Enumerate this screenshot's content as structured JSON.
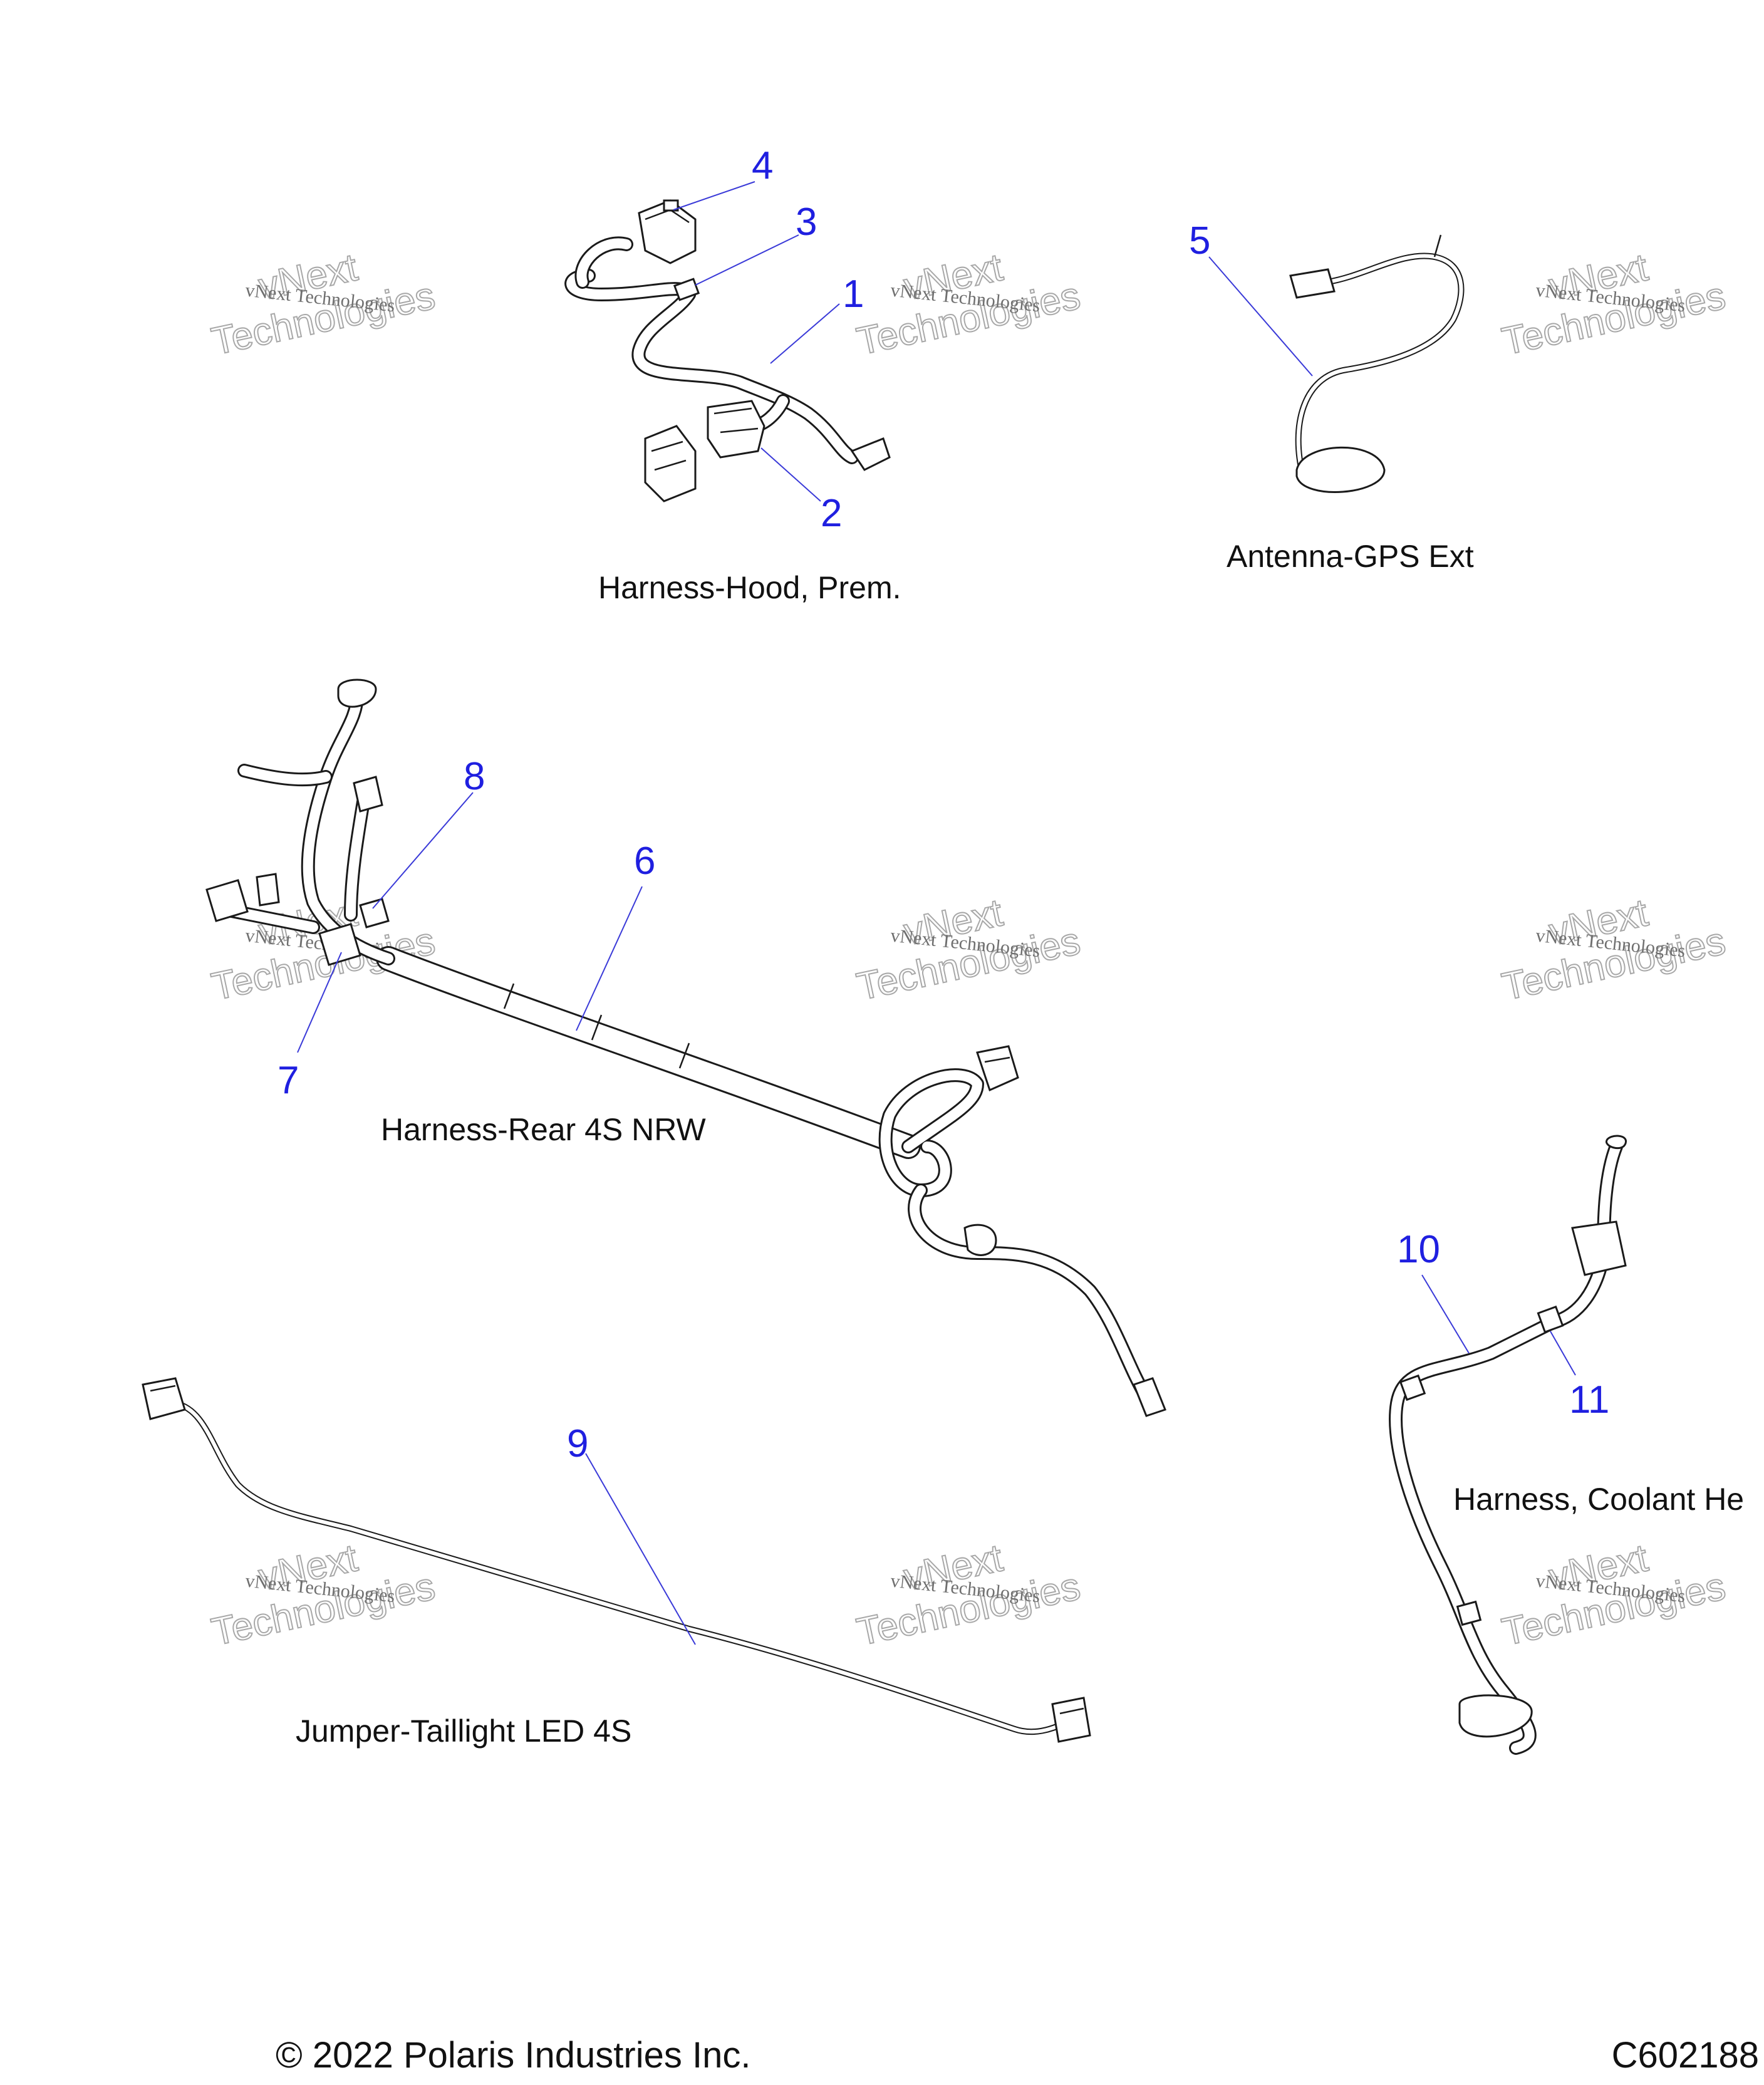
{
  "captions": {
    "hood_harness": "Harness-Hood, Prem.",
    "gps_antenna": "Antenna-GPS Ext",
    "rear_harness": "Harness-Rear 4S NRW",
    "taillight_jumper": "Jumper-Taillight LED 4S",
    "coolant_harness": "Harness, Coolant He"
  },
  "callouts": {
    "c1": "1",
    "c2": "2",
    "c3": "3",
    "c4": "4",
    "c5": "5",
    "c6": "6",
    "c7": "7",
    "c8": "8",
    "c9": "9",
    "c10": "10",
    "c11": "11"
  },
  "watermark": {
    "line1": "vNext Technologies",
    "line2": "vNext",
    "line3": "Technologies"
  },
  "footer": {
    "copyright": "© 2022 Polaris Industries Inc.",
    "drawing_id": "C602188"
  },
  "colors": {
    "callout": "#1f1fe0",
    "line_art": "#1a1a1a",
    "watermark": "#a8a8a8"
  }
}
